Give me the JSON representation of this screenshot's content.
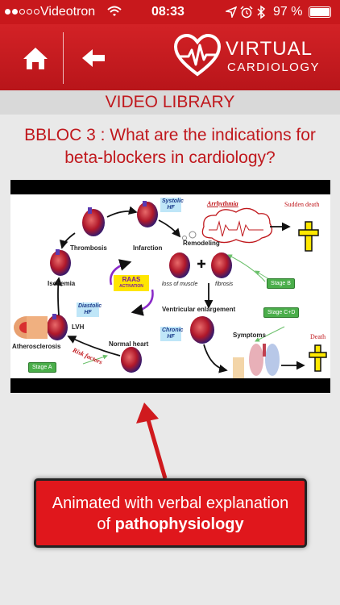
{
  "status_bar": {
    "carrier": "Videotron",
    "time": "08:33",
    "battery": "97 %"
  },
  "header": {
    "logo_line1": "VIRTUAL",
    "logo_line2": "CARDIOLOGY"
  },
  "section_title": "VIDEO LIBRARY",
  "video": {
    "title_line1": "BBLOC 3 : What are the indications for",
    "title_line2": "beta-blockers in cardiology?",
    "diagram_labels": {
      "thrombosis": "Thrombosis",
      "infarction": "Infarction",
      "systolic_hf": "Systolic HF",
      "arrhythmia": "Arrhythmia",
      "sudden_death": "Sudden death",
      "ischemia": "Ischemia",
      "remodeling": "Remodeling",
      "loss_of_muscle": "loss of muscle",
      "fibrosis": "fibrosis",
      "stage_b": "Stage B",
      "raas": "RAAS",
      "activation": "ACTIVATION",
      "diastolic_hf": "Diastolic HF",
      "lvh": "LVH",
      "ventricular_enlargement": "Ventricular enlargement",
      "stage_cd": "Stage C+D",
      "chronic_hf": "Chronic HF",
      "atherosclerosis": "Atherosclerosis",
      "normal_heart": "Normal heart",
      "symptoms": "Symptoms",
      "death": "Death",
      "risk_factors": "Risk factors",
      "stage_a": "Stage A"
    }
  },
  "callout": {
    "line1": "Animated with verbal explanation",
    "line2_prefix": "of",
    "line2_bold": "pathophysiology"
  },
  "icons": {
    "home": "home-icon",
    "back": "back-arrow-icon",
    "logo": "heart-pulse-logo",
    "wifi": "wifi-icon",
    "location": "location-arrow-icon",
    "alarm": "alarm-clock-icon",
    "bluetooth": "bluetooth-icon",
    "battery": "battery-icon"
  },
  "colors": {
    "brand_red": "#d32226",
    "title_red": "#c0181d",
    "background": "#e9e9e9",
    "section_bar": "#d9d9d9"
  }
}
